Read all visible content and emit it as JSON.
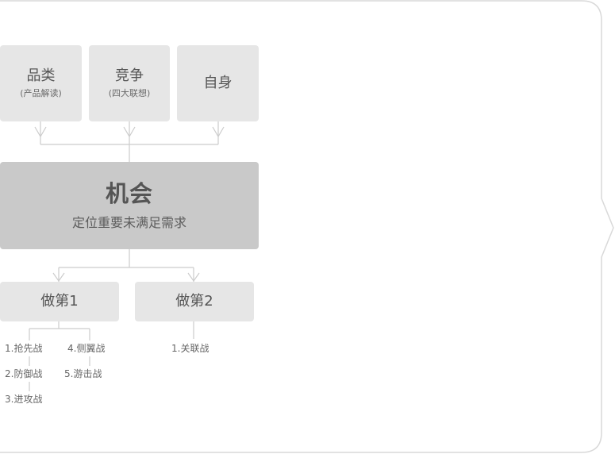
{
  "sources": [
    {
      "label": "品类",
      "sub": "(产品解读)"
    },
    {
      "label": "竞争",
      "sub": "(四大联想)"
    },
    {
      "label": "自身",
      "sub": ""
    }
  ],
  "opportunity": {
    "title": "机会",
    "subtitle": "定位重要未满足需求"
  },
  "strategies": [
    {
      "label": "做第1",
      "tactics": [
        "1.抢先战",
        "2.防御战",
        "3.进攻战",
        "4.侧翼战",
        "5.游击战"
      ]
    },
    {
      "label": "做第2",
      "tactics": [
        "1.关联战"
      ]
    }
  ],
  "colors": {
    "box_light": "#e6e6e6",
    "box_dark": "#c9c9c9",
    "text": "#555555",
    "line": "#cccccc"
  }
}
